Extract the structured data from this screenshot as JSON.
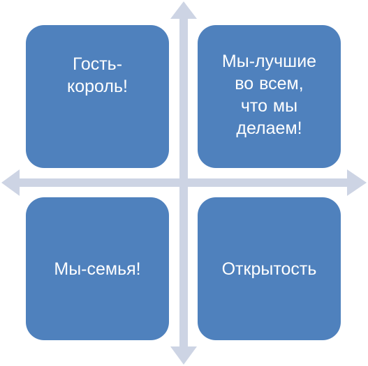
{
  "colors": {
    "box_fill": "#4f81bd",
    "axis_fill": "#cdd4e4",
    "text": "#ffffff"
  },
  "quadrants": [
    {
      "id": "top-left",
      "lines": [
        "Гость-",
        "король!"
      ]
    },
    {
      "id": "top-right",
      "lines": [
        "Мы-лучшие",
        "во всем,",
        "что мы",
        "делаем!"
      ]
    },
    {
      "id": "bottom-left",
      "lines": [
        "Мы-семья!"
      ]
    },
    {
      "id": "bottom-right",
      "lines": [
        "Открытость"
      ]
    }
  ]
}
